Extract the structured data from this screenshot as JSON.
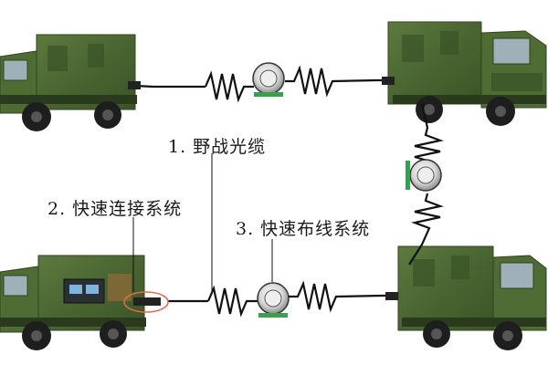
{
  "labels": {
    "field_cable": "1. 野战光缆",
    "quick_connect": "2. 快速连接系统",
    "quick_deploy": "3. 快速布线系统"
  },
  "colors": {
    "truck_green": "#4d6b33",
    "truck_dark": "#2f4420",
    "cable": "#111111",
    "highlight_ring": "#e06a4a",
    "reel_green": "#3aa050"
  },
  "vehicles": [
    {
      "name": "top-left-truck",
      "icon": "military-shelter-truck"
    },
    {
      "name": "top-right-truck",
      "icon": "military-shelter-truck"
    },
    {
      "name": "bottom-left-truck",
      "icon": "military-shelter-truck"
    },
    {
      "name": "bottom-right-truck",
      "icon": "military-shelter-truck"
    }
  ]
}
